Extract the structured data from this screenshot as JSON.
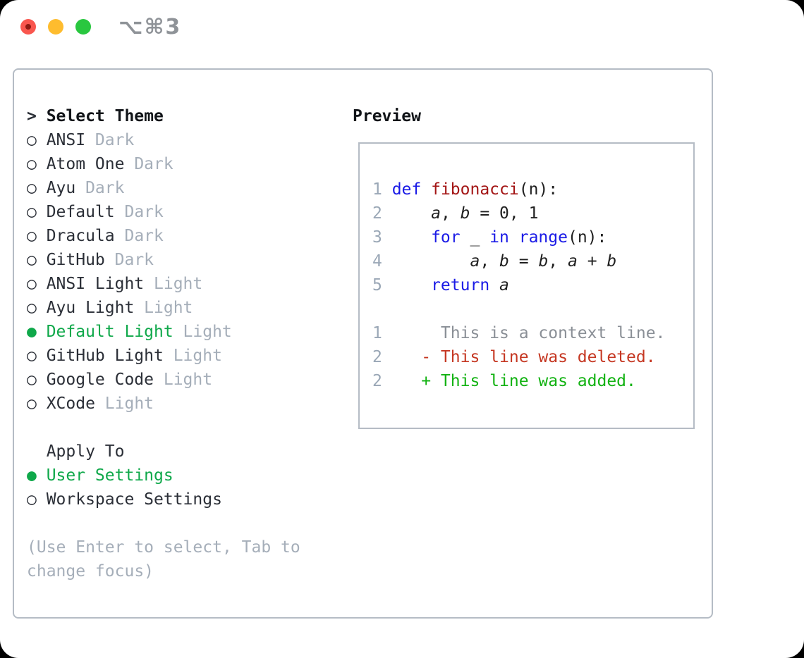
{
  "titlebar": {
    "title": "⌥⌘3",
    "lights": [
      "close",
      "minimize",
      "zoom"
    ]
  },
  "icons": {
    "radio_unselected": "○",
    "radio_selected": "●",
    "focus_prompt": ">"
  },
  "theme_panel": {
    "header": {
      "prompt": ">",
      "label": "Select Theme"
    },
    "items": [
      {
        "name": "ANSI",
        "variant": "Dark",
        "selected": false
      },
      {
        "name": "Atom One",
        "variant": "Dark",
        "selected": false
      },
      {
        "name": "Ayu",
        "variant": "Dark",
        "selected": false
      },
      {
        "name": "Default",
        "variant": "Dark",
        "selected": false
      },
      {
        "name": "Dracula",
        "variant": "Dark",
        "selected": false
      },
      {
        "name": "GitHub",
        "variant": "Dark",
        "selected": false
      },
      {
        "name": "ANSI Light",
        "variant": "Light",
        "selected": false
      },
      {
        "name": "Ayu Light",
        "variant": "Light",
        "selected": false
      },
      {
        "name": "Default Light",
        "variant": "Light",
        "selected": true
      },
      {
        "name": "GitHub Light",
        "variant": "Light",
        "selected": false
      },
      {
        "name": "Google Code",
        "variant": "Light",
        "selected": false
      },
      {
        "name": "XCode",
        "variant": "Light",
        "selected": false
      }
    ],
    "apply_to": {
      "label": "Apply To",
      "options": [
        {
          "label": "User Settings",
          "selected": true
        },
        {
          "label": "Workspace Settings",
          "selected": false
        }
      ]
    },
    "hint": "(Use Enter to select, Tab to change focus)"
  },
  "preview": {
    "label": "Preview",
    "lines": [
      {
        "num": "1",
        "tokens": [
          {
            "t": "def",
            "s": "kw"
          },
          {
            "t": " ",
            "s": "p"
          },
          {
            "t": "fibonacci",
            "s": "fn"
          },
          {
            "t": "(n):",
            "s": "p"
          }
        ]
      },
      {
        "num": "2",
        "tokens": [
          {
            "t": "    ",
            "s": "p"
          },
          {
            "t": "a",
            "s": "v"
          },
          {
            "t": ", ",
            "s": "p"
          },
          {
            "t": "b",
            "s": "v"
          },
          {
            "t": " = 0, 1",
            "s": "p"
          }
        ]
      },
      {
        "num": "3",
        "tokens": [
          {
            "t": "    ",
            "s": "p"
          },
          {
            "t": "for",
            "s": "kw"
          },
          {
            "t": " _ ",
            "s": "p"
          },
          {
            "t": "in",
            "s": "kw"
          },
          {
            "t": " ",
            "s": "p"
          },
          {
            "t": "range",
            "s": "kw"
          },
          {
            "t": "(n):",
            "s": "p"
          }
        ]
      },
      {
        "num": "4",
        "tokens": [
          {
            "t": "        ",
            "s": "p"
          },
          {
            "t": "a",
            "s": "v"
          },
          {
            "t": ", ",
            "s": "p"
          },
          {
            "t": "b",
            "s": "v"
          },
          {
            "t": " = ",
            "s": "p"
          },
          {
            "t": "b",
            "s": "v"
          },
          {
            "t": ", ",
            "s": "p"
          },
          {
            "t": "a",
            "s": "v"
          },
          {
            "t": " + ",
            "s": "p"
          },
          {
            "t": "b",
            "s": "v"
          }
        ]
      },
      {
        "num": "5",
        "tokens": [
          {
            "t": "    ",
            "s": "p"
          },
          {
            "t": "return",
            "s": "kw"
          },
          {
            "t": " ",
            "s": "p"
          },
          {
            "t": "a",
            "s": "v"
          }
        ]
      },
      {
        "num": "",
        "tokens": []
      },
      {
        "num": "1",
        "tokens": [
          {
            "t": "     This is a context line.",
            "s": "ctx"
          }
        ]
      },
      {
        "num": "2",
        "tokens": [
          {
            "t": "   - This line was deleted.",
            "s": "del"
          }
        ]
      },
      {
        "num": "2",
        "tokens": [
          {
            "t": "   + This line was added.",
            "s": "add"
          }
        ]
      }
    ]
  },
  "colors": {
    "kw": "#1a1ae6",
    "fn": "#a31515",
    "plain": "#1f1f1f",
    "lineno": "#9aa7b6",
    "ctx": "#8a8f96",
    "del": "#c53722",
    "add": "#12b212",
    "ui_green": "#0fa84a",
    "ui_dark": "#2b2f37",
    "ui_gray": "#a5aeb9",
    "border": "#b5bcc5",
    "light_red": "#f9564e",
    "light_red_dot": "#8e1a12",
    "light_yellow": "#febc2e",
    "light_green": "#29c73f",
    "title_gray": "#8f9398"
  }
}
